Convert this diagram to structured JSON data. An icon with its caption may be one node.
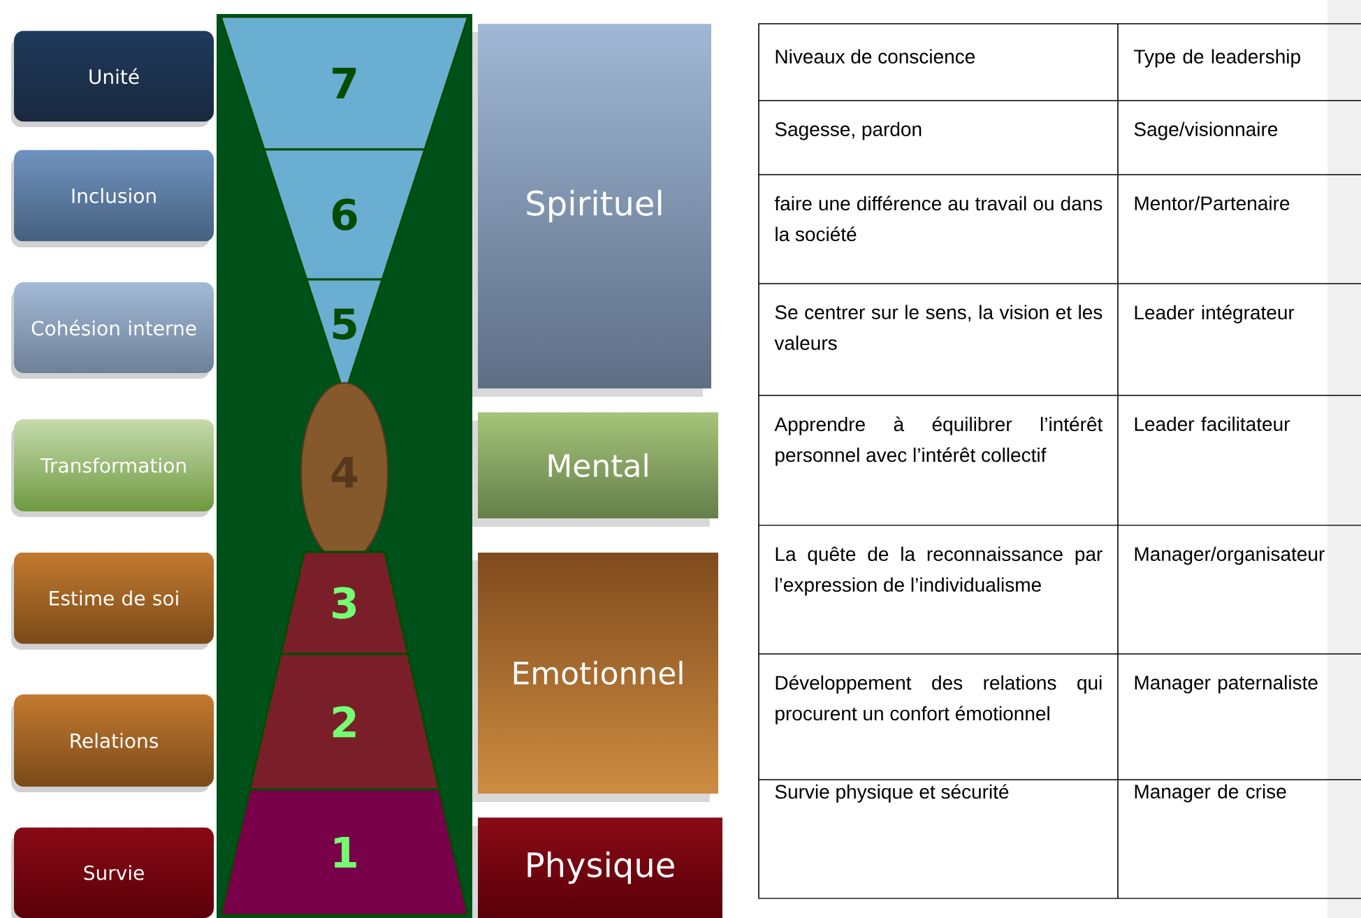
{
  "diagram": {
    "nodes": [
      {
        "text": [
          "Unité"
        ]
      },
      {
        "text": [
          "Inclusion"
        ]
      },
      {
        "text": [
          "Cohésion interne"
        ]
      },
      {
        "text": [
          "Transformation"
        ]
      },
      {
        "text": [
          "Estime de soi"
        ]
      },
      {
        "text": [
          "Relations"
        ]
      },
      {
        "text": [
          "Survie"
        ]
      },
      {
        "text": [
          "7"
        ]
      },
      {
        "text": [
          "6"
        ]
      },
      {
        "text": [
          "5"
        ]
      },
      {
        "text": [
          "4"
        ]
      },
      {
        "text": [
          "3"
        ]
      },
      {
        "text": [
          "2"
        ]
      },
      {
        "text": [
          "1"
        ]
      },
      {
        "text": [
          "Spirituel"
        ]
      },
      {
        "text": [
          "Mental"
        ]
      },
      {
        "text": [
          "Emotionnel"
        ]
      },
      {
        "text": [
          "Physique"
        ]
      }
    ],
    "edges": [],
    "labels": [
      "Niveaux de conscience",
      "Type de leadership",
      "Sagesse, pardon",
      "Sage/visionnaire",
      "faire une différence au travail ou dans la société",
      "Mentor/Partenaire",
      "Se centrer sur le sens, la vision et les valeurs",
      "Leader intégrateur",
      "Apprendre à équilibrer l’intérêt personnel avec l’intérêt collectif",
      "Leader facilitateur",
      "La quête de la reconnaissance par l’expression de l’individualisme",
      "Manager/organisateur",
      "Développement des relations qui procurent un confort émotionnel",
      "Manager paternaliste",
      "Survie physique et sécurité",
      "Manager de crise"
    ]
  }
}
